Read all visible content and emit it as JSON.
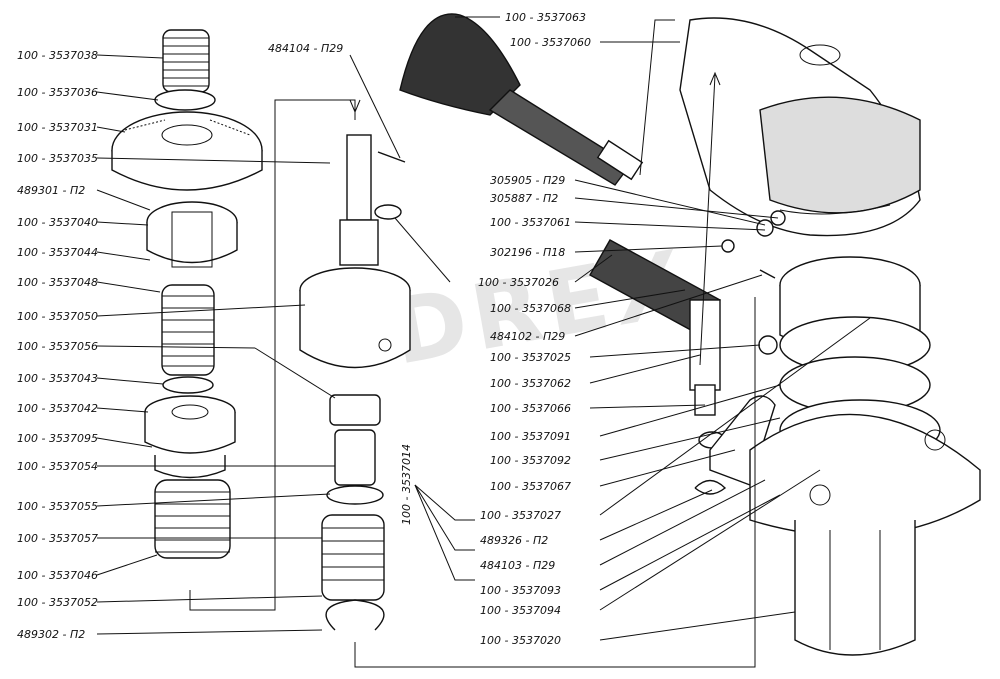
{
  "watermark": "DREX",
  "callouts": {
    "c1": "100 - 3537038",
    "c2": "100 - 3537036",
    "c3": "100 - 3537031",
    "c4": "100 - 3537035",
    "c5": "489301 - П2",
    "c6": "100 - 3537040",
    "c7": "100 - 3537044",
    "c8": "100 - 3537048",
    "c9": "100 - 3537050",
    "c10": "100 - 3537056",
    "c11": "100 - 3537043",
    "c12": "100 - 3537042",
    "c13": "100 - 3537095",
    "c14": "100 - 3537054",
    "c15": "100 - 3537055",
    "c16": "100 - 3537057",
    "c17": "100 - 3537046",
    "c18": "100 - 3537052",
    "c19": "489302 - П2",
    "c20": "484104 - П29",
    "c21": "100 - 3537014",
    "c22": "100 - 3537063",
    "c23": "100 - 3537060",
    "c24": "305905 - П29",
    "c25": "305887 - П2",
    "c26": "100 - 3537061",
    "c27": "302196 - П18",
    "c28": "100 - 3537026",
    "c29": "100 - 3537068",
    "c30": "484102 - П29",
    "c31": "100 - 3537025",
    "c32": "100 - 3537062",
    "c33": "100 - 3537066",
    "c34": "100 - 3537091",
    "c35": "100 - 3537092",
    "c36": "100 - 3537067",
    "c37": "100 - 3537027",
    "c38": "489326 - П2",
    "c39": "484103 - П29",
    "c40": "100 - 3537093",
    "c41": "100 - 3537094",
    "c42": "100 - 3537020"
  }
}
